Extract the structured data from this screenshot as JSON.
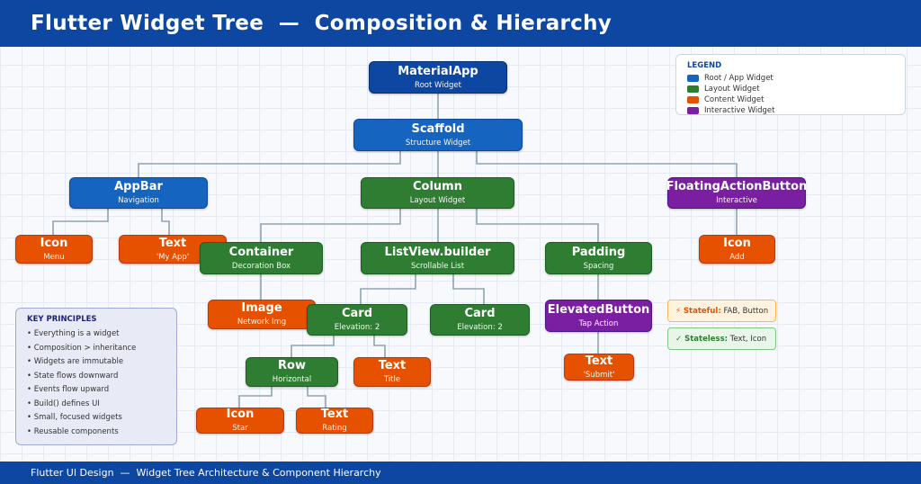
{
  "header": {
    "title": "Flutter Widget Tree  —  Composition & Hierarchy"
  },
  "footer": {
    "text": "Flutter UI Design  —  Widget Tree Architecture & Component Hierarchy"
  },
  "colors": {
    "root": "#0d47a1",
    "app": "#1565c0",
    "layout": "#2e7d32",
    "content": "#e65100",
    "interactive": "#7b1fa2"
  },
  "nodes": {
    "materialapp": {
      "title": "MaterialApp",
      "subtitle": "Root Widget"
    },
    "scaffold": {
      "title": "Scaffold",
      "subtitle": "Structure Widget"
    },
    "appbar": {
      "title": "AppBar",
      "subtitle": "Navigation"
    },
    "column": {
      "title": "Column",
      "subtitle": "Layout Widget"
    },
    "fab": {
      "title": "FloatingActionButton",
      "subtitle": "Interactive"
    },
    "icon_menu": {
      "title": "Icon",
      "subtitle": "Menu"
    },
    "text_myapp": {
      "title": "Text",
      "subtitle": "'My App'"
    },
    "icon_add": {
      "title": "Icon",
      "subtitle": "Add"
    },
    "container": {
      "title": "Container",
      "subtitle": "Decoration Box"
    },
    "listview": {
      "title": "ListView.builder",
      "subtitle": "Scrollable List"
    },
    "padding": {
      "title": "Padding",
      "subtitle": "Spacing"
    },
    "image": {
      "title": "Image",
      "subtitle": "Network Img"
    },
    "card1": {
      "title": "Card",
      "subtitle": "Elevation: 2"
    },
    "card2": {
      "title": "Card",
      "subtitle": "Elevation: 2"
    },
    "elevatedbutton": {
      "title": "ElevatedButton",
      "subtitle": "Tap Action"
    },
    "row": {
      "title": "Row",
      "subtitle": "Horizontal"
    },
    "text_title": {
      "title": "Text",
      "subtitle": "Title"
    },
    "text_submit": {
      "title": "Text",
      "subtitle": "'Submit'"
    },
    "icon_star": {
      "title": "Icon",
      "subtitle": "Star"
    },
    "text_rating": {
      "title": "Text",
      "subtitle": "Rating"
    }
  },
  "legend": {
    "title": "LEGEND",
    "items": [
      {
        "label": "Root / App Widget",
        "color": "#1565c0"
      },
      {
        "label": "Layout Widget",
        "color": "#2e7d32"
      },
      {
        "label": "Content Widget",
        "color": "#e65100"
      },
      {
        "label": "Interactive Widget",
        "color": "#7b1fa2"
      }
    ]
  },
  "principles": {
    "title": "KEY PRINCIPLES",
    "items": [
      "Everything is a widget",
      "Composition > inheritance",
      "Widgets are immutable",
      "State flows downward",
      "Events flow upward",
      "Build() defines UI",
      "Small, focused widgets",
      "Reusable components"
    ]
  },
  "tags": {
    "stateful": {
      "label": "⚡ Stateful:",
      "value": "FAB, Button"
    },
    "stateless": {
      "label": "✓ Stateless:",
      "value": "Text, Icon"
    }
  }
}
